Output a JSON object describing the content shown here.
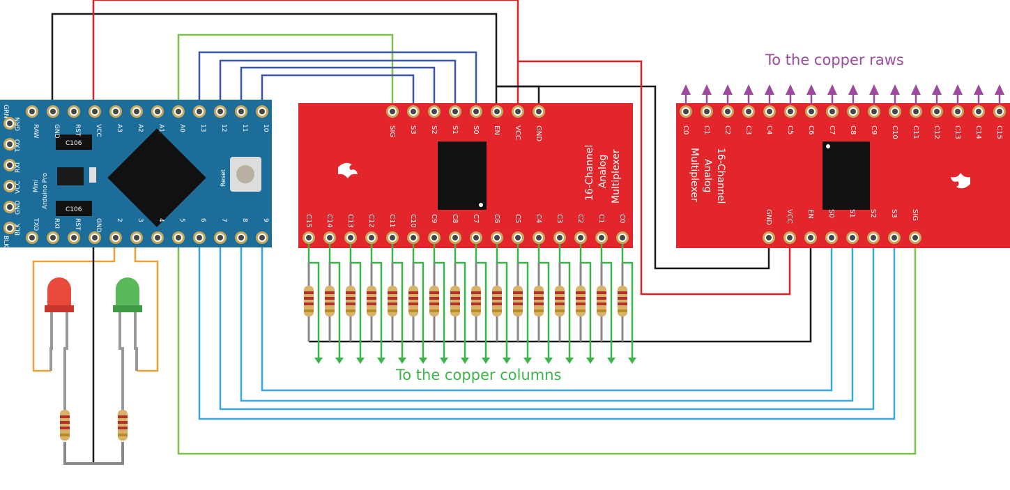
{
  "colors": {
    "wire_black": "#1a1a1a",
    "wire_red": "#e02020",
    "wire_green": "#7cc24a",
    "wire_blue": "#3b56a6",
    "wire_light_blue": "#3aa6df",
    "wire_orange": "#f0a030",
    "wire_bright_green": "#3cb44a",
    "label_purple": "#9b4a9e",
    "label_green": "#3cb44a",
    "board_red": "#e3262b",
    "board_blue": "#1c6d9a",
    "chip_black": "#111111"
  },
  "arduino": {
    "name_lines": [
      "Arduino Pro",
      "Mini"
    ],
    "top_pins": [
      "GRN",
      "RAW",
      "GND",
      "RST",
      "VCC",
      "A3",
      "A2",
      "A1",
      "A0",
      "13",
      "12",
      "11",
      "10"
    ],
    "bottom_pins": [
      "BLK",
      "TXO",
      "RXI",
      "RST",
      "GND",
      "2",
      "3",
      "4",
      "5",
      "6",
      "7",
      "8",
      "9"
    ],
    "side_pins": [
      "GRN",
      "TXO",
      "RXI",
      "VCC",
      "GND",
      "BLK"
    ],
    "chip_labels": [
      "C106",
      "C106"
    ],
    "reset_label": "Reset"
  },
  "mux_left": {
    "title_lines": [
      "16-Channel",
      "Analog",
      "Multiplexer"
    ],
    "top_pins": [
      "SIG",
      "S3",
      "S2",
      "S1",
      "S0",
      "EN",
      "VCC",
      "GND"
    ],
    "bottom_pins": [
      "C15",
      "C14",
      "C13",
      "C12",
      "C11",
      "C10",
      "C9",
      "C8",
      "C7",
      "C6",
      "C5",
      "C4",
      "C3",
      "C2",
      "C1",
      "C0"
    ]
  },
  "mux_right": {
    "title_lines": [
      "16-Channel",
      "Analog",
      "Multiplexer"
    ],
    "top_pins": [
      "C0",
      "C1",
      "C2",
      "C3",
      "C4",
      "C5",
      "C6",
      "C7",
      "C8",
      "C9",
      "C10",
      "C11",
      "C12",
      "C13",
      "C14",
      "C15"
    ],
    "bottom_pins": [
      "GND",
      "VCC",
      "EN",
      "S0",
      "S1",
      "S2",
      "S3",
      "SIG"
    ]
  },
  "labels": {
    "rows": "To the copper raws",
    "columns": "To the copper columns"
  }
}
